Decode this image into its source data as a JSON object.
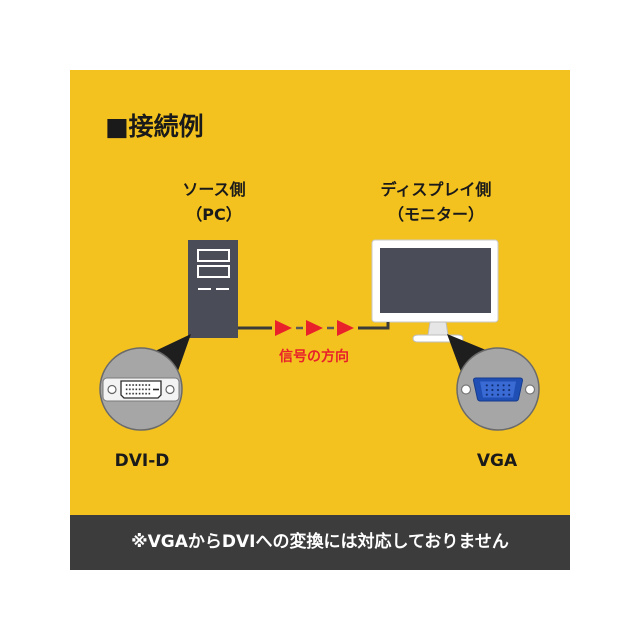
{
  "title": "■接続例",
  "source": {
    "label": "ソース側",
    "sublabel": "（PC）",
    "device_icon": "pc-tower-icon",
    "connector": {
      "label": "DVI-D",
      "icon": "dvi-d-port-icon"
    }
  },
  "display": {
    "label": "ディスプレイ側",
    "sublabel": "（モニター）",
    "device_icon": "monitor-icon",
    "connector": {
      "label": "VGA",
      "icon": "vga-port-icon"
    }
  },
  "signal": {
    "label": "信号の方向",
    "arrow_icon": "signal-arrow-icon"
  },
  "note": "※VGAからDVIへの変換には対応しておりません",
  "colors": {
    "panel": "#F4C21F",
    "note_bar": "#3C3C3C",
    "signal": "#E8212A",
    "device": "#4A4D57",
    "connector_circle": "#A6A6A6",
    "vga_shell": "#1F4FB5",
    "text": "#1A1A1A",
    "note_text": "#FFFFFF"
  }
}
